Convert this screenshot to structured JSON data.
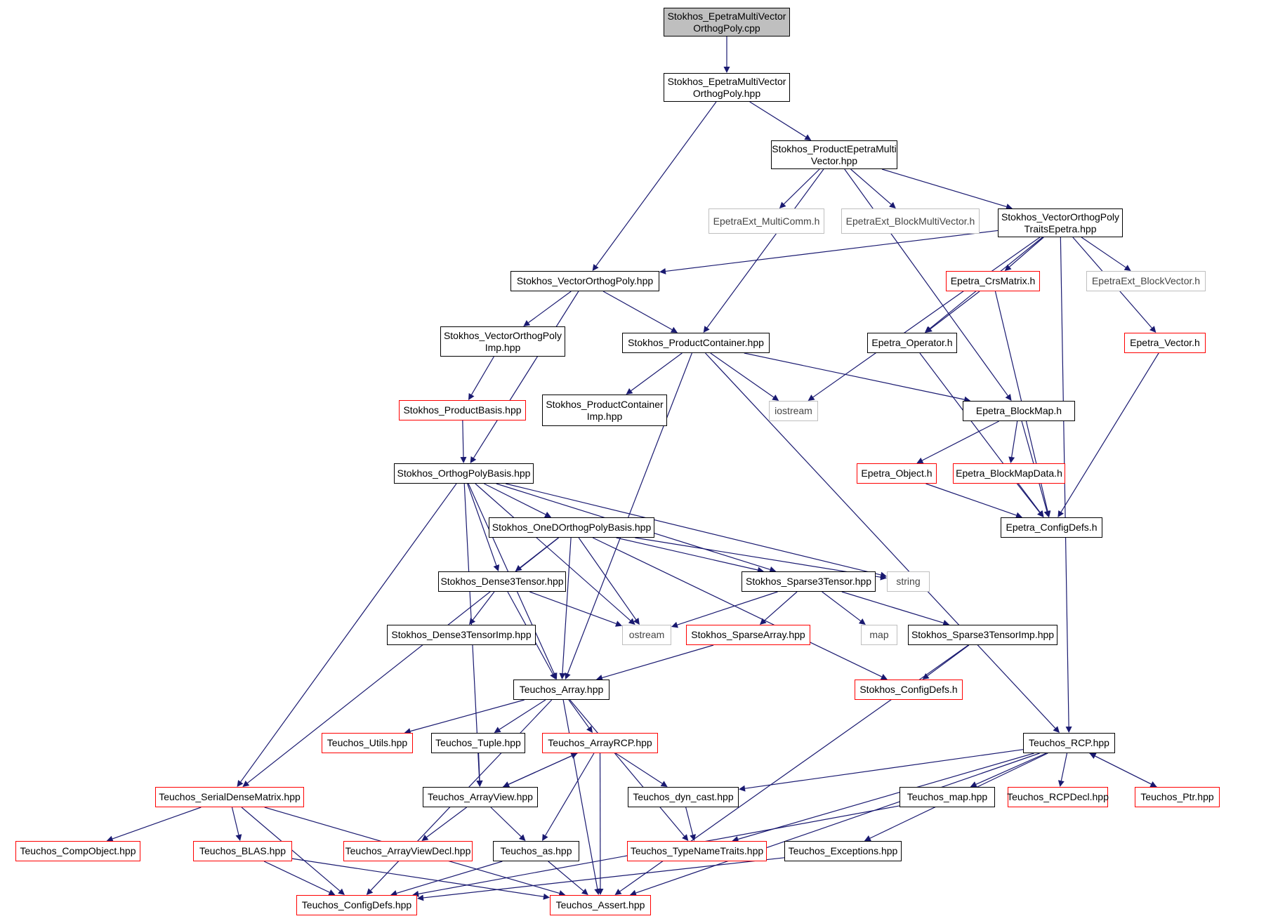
{
  "colors": {
    "edge": "#191970",
    "red_border": "#ff0000",
    "external_border": "#bfbfbf",
    "root_fill": "#bfbfbf"
  },
  "nodes": [
    {
      "id": "root",
      "label": "Stokhos_EpetraMultiVector\nOrthogPoly.cpp",
      "kind": "root"
    },
    {
      "id": "emvop_hpp",
      "label": "Stokhos_EpetraMultiVector\nOrthogPoly.hpp",
      "kind": "normal"
    },
    {
      "id": "pemv",
      "label": "Stokhos_ProductEpetraMulti\nVector.hpp",
      "kind": "normal"
    },
    {
      "id": "multicomm",
      "label": "EpetraExt_MultiComm.h",
      "kind": "external"
    },
    {
      "id": "blockmv",
      "label": "EpetraExt_BlockMultiVector.h",
      "kind": "external"
    },
    {
      "id": "vopte",
      "label": "Stokhos_VectorOrthogPoly\nTraitsEpetra.hpp",
      "kind": "normal"
    },
    {
      "id": "vop",
      "label": "Stokhos_VectorOrthogPoly.hpp",
      "kind": "normal"
    },
    {
      "id": "crsmatrix",
      "label": "Epetra_CrsMatrix.h",
      "kind": "red"
    },
    {
      "id": "blockvector",
      "label": "EpetraExt_BlockVector.h",
      "kind": "external"
    },
    {
      "id": "vopimp",
      "label": "Stokhos_VectorOrthogPoly\nImp.hpp",
      "kind": "normal"
    },
    {
      "id": "prodcont",
      "label": "Stokhos_ProductContainer.hpp",
      "kind": "normal"
    },
    {
      "id": "operator",
      "label": "Epetra_Operator.h",
      "kind": "normal"
    },
    {
      "id": "evector",
      "label": "Epetra_Vector.h",
      "kind": "red"
    },
    {
      "id": "prodbasis",
      "label": "Stokhos_ProductBasis.hpp",
      "kind": "red"
    },
    {
      "id": "prodcontimp",
      "label": "Stokhos_ProductContainer\nImp.hpp",
      "kind": "normal"
    },
    {
      "id": "iostream",
      "label": "iostream",
      "kind": "external"
    },
    {
      "id": "blockmap",
      "label": "Epetra_BlockMap.h",
      "kind": "normal"
    },
    {
      "id": "opbasis",
      "label": "Stokhos_OrthogPolyBasis.hpp",
      "kind": "normal"
    },
    {
      "id": "eobject",
      "label": "Epetra_Object.h",
      "kind": "red"
    },
    {
      "id": "blockmapdata",
      "label": "Epetra_BlockMapData.h",
      "kind": "red"
    },
    {
      "id": "oned",
      "label": "Stokhos_OneDOrthogPolyBasis.hpp",
      "kind": "normal"
    },
    {
      "id": "configdefs_e",
      "label": "Epetra_ConfigDefs.h",
      "kind": "normal"
    },
    {
      "id": "dense3",
      "label": "Stokhos_Dense3Tensor.hpp",
      "kind": "normal"
    },
    {
      "id": "sparse3",
      "label": "Stokhos_Sparse3Tensor.hpp",
      "kind": "normal"
    },
    {
      "id": "string",
      "label": "string",
      "kind": "external"
    },
    {
      "id": "dense3imp",
      "label": "Stokhos_Dense3TensorImp.hpp",
      "kind": "normal"
    },
    {
      "id": "ostream",
      "label": "ostream",
      "kind": "external"
    },
    {
      "id": "sparsearray",
      "label": "Stokhos_SparseArray.hpp",
      "kind": "red"
    },
    {
      "id": "map",
      "label": "map",
      "kind": "external"
    },
    {
      "id": "sparse3imp",
      "label": "Stokhos_Sparse3TensorImp.hpp",
      "kind": "normal"
    },
    {
      "id": "tarray",
      "label": "Teuchos_Array.hpp",
      "kind": "normal"
    },
    {
      "id": "sconfig",
      "label": "Stokhos_ConfigDefs.h",
      "kind": "red"
    },
    {
      "id": "tutils",
      "label": "Teuchos_Utils.hpp",
      "kind": "red"
    },
    {
      "id": "ttuple",
      "label": "Teuchos_Tuple.hpp",
      "kind": "normal"
    },
    {
      "id": "tarrayrcp",
      "label": "Teuchos_ArrayRCP.hpp",
      "kind": "red"
    },
    {
      "id": "trcp",
      "label": "Teuchos_RCP.hpp",
      "kind": "normal"
    },
    {
      "id": "tsdm",
      "label": "Teuchos_SerialDenseMatrix.hpp",
      "kind": "red"
    },
    {
      "id": "tarrayview",
      "label": "Teuchos_ArrayView.hpp",
      "kind": "normal"
    },
    {
      "id": "tdyncast",
      "label": "Teuchos_dyn_cast.hpp",
      "kind": "normal"
    },
    {
      "id": "tmap",
      "label": "Teuchos_map.hpp",
      "kind": "normal"
    },
    {
      "id": "trcpdecl",
      "label": "Teuchos_RCPDecl.hpp",
      "kind": "red"
    },
    {
      "id": "tptr",
      "label": "Teuchos_Ptr.hpp",
      "kind": "red"
    },
    {
      "id": "tcompobj",
      "label": "Teuchos_CompObject.hpp",
      "kind": "red"
    },
    {
      "id": "tblas",
      "label": "Teuchos_BLAS.hpp",
      "kind": "red"
    },
    {
      "id": "tavdecl",
      "label": "Teuchos_ArrayViewDecl.hpp",
      "kind": "red"
    },
    {
      "id": "tas",
      "label": "Teuchos_as.hpp",
      "kind": "normal"
    },
    {
      "id": "ttypename",
      "label": "Teuchos_TypeNameTraits.hpp",
      "kind": "red"
    },
    {
      "id": "texcept",
      "label": "Teuchos_Exceptions.hpp",
      "kind": "normal"
    },
    {
      "id": "tconfig",
      "label": "Teuchos_ConfigDefs.hpp",
      "kind": "red"
    },
    {
      "id": "tassert",
      "label": "Teuchos_Assert.hpp",
      "kind": "red"
    }
  ],
  "edges": [
    [
      "root",
      "emvop_hpp"
    ],
    [
      "emvop_hpp",
      "pemv"
    ],
    [
      "emvop_hpp",
      "vop"
    ],
    [
      "pemv",
      "multicomm"
    ],
    [
      "pemv",
      "blockmv"
    ],
    [
      "pemv",
      "vopte"
    ],
    [
      "pemv",
      "prodcont"
    ],
    [
      "pemv",
      "blockmap"
    ],
    [
      "vopte",
      "vop"
    ],
    [
      "vopte",
      "crsmatrix"
    ],
    [
      "vopte",
      "blockvector"
    ],
    [
      "vopte",
      "evector"
    ],
    [
      "vopte",
      "operator"
    ],
    [
      "vopte",
      "iostream"
    ],
    [
      "vopte",
      "trcp"
    ],
    [
      "vop",
      "vopimp"
    ],
    [
      "vop",
      "prodcont"
    ],
    [
      "vop",
      "opbasis"
    ],
    [
      "vopimp",
      "prodbasis"
    ],
    [
      "prodbasis",
      "opbasis"
    ],
    [
      "crsmatrix",
      "operator"
    ],
    [
      "crsmatrix",
      "configdefs_e"
    ],
    [
      "evector",
      "configdefs_e"
    ],
    [
      "operator",
      "configdefs_e"
    ],
    [
      "prodcont",
      "prodcontimp"
    ],
    [
      "prodcont",
      "iostream"
    ],
    [
      "prodcont",
      "blockmap"
    ],
    [
      "prodcont",
      "tarray"
    ],
    [
      "prodcont",
      "trcp"
    ],
    [
      "blockmap",
      "eobject"
    ],
    [
      "blockmap",
      "blockmapdata"
    ],
    [
      "blockmap",
      "configdefs_e"
    ],
    [
      "eobject",
      "configdefs_e"
    ],
    [
      "blockmapdata",
      "configdefs_e"
    ],
    [
      "opbasis",
      "oned"
    ],
    [
      "opbasis",
      "dense3"
    ],
    [
      "opbasis",
      "sparse3"
    ],
    [
      "opbasis",
      "string"
    ],
    [
      "opbasis",
      "ostream"
    ],
    [
      "opbasis",
      "tarray"
    ],
    [
      "opbasis",
      "tsdm"
    ],
    [
      "opbasis",
      "tarrayview"
    ],
    [
      "oned",
      "dense3"
    ],
    [
      "oned",
      "sparse3"
    ],
    [
      "oned",
      "string"
    ],
    [
      "oned",
      "ostream"
    ],
    [
      "oned",
      "tarray"
    ],
    [
      "oned",
      "tsdm"
    ],
    [
      "oned",
      "sconfig"
    ],
    [
      "dense3",
      "dense3imp"
    ],
    [
      "dense3",
      "ostream"
    ],
    [
      "dense3",
      "tarray"
    ],
    [
      "sparse3",
      "ostream"
    ],
    [
      "sparse3",
      "sparsearray"
    ],
    [
      "sparse3",
      "map"
    ],
    [
      "sparse3",
      "sparse3imp"
    ],
    [
      "sparsearray",
      "tarray"
    ],
    [
      "sparse3imp",
      "sconfig"
    ],
    [
      "sparse3imp",
      "tassert"
    ],
    [
      "tarray",
      "tutils"
    ],
    [
      "tarray",
      "ttuple"
    ],
    [
      "tarray",
      "tarrayrcp"
    ],
    [
      "tarray",
      "ttypename"
    ],
    [
      "tarray",
      "tassert"
    ],
    [
      "tarray",
      "tconfig"
    ],
    [
      "ttuple",
      "tarrayview"
    ],
    [
      "tarrayrcp",
      "tarrayview"
    ],
    [
      "tarrayrcp",
      "tdyncast"
    ],
    [
      "tarrayrcp",
      "tas"
    ],
    [
      "tarrayrcp",
      "tassert"
    ],
    [
      "tarrayview",
      "tarrayrcp"
    ],
    [
      "tarrayview",
      "tavdecl"
    ],
    [
      "tarrayview",
      "tas"
    ],
    [
      "trcp",
      "tdyncast"
    ],
    [
      "trcp",
      "tmap"
    ],
    [
      "trcp",
      "trcpdecl"
    ],
    [
      "trcp",
      "tptr"
    ],
    [
      "trcp",
      "texcept"
    ],
    [
      "trcp",
      "ttypename"
    ],
    [
      "trcp",
      "tassert"
    ],
    [
      "tptr",
      "trcp"
    ],
    [
      "tsdm",
      "tcompobj"
    ],
    [
      "tsdm",
      "tblas"
    ],
    [
      "tsdm",
      "tconfig"
    ],
    [
      "tsdm",
      "tassert"
    ],
    [
      "tblas",
      "tconfig"
    ],
    [
      "tblas",
      "tassert"
    ],
    [
      "tdyncast",
      "ttypename"
    ],
    [
      "tas",
      "tconfig"
    ],
    [
      "tas",
      "tassert"
    ],
    [
      "tmap",
      "tconfig"
    ],
    [
      "texcept",
      "tconfig"
    ]
  ]
}
